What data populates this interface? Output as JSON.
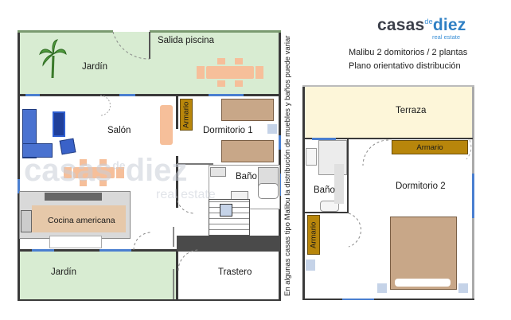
{
  "brand": {
    "casas": "casas",
    "de": "de",
    "diez": "diez",
    "subtitle": "real estate"
  },
  "info": {
    "line1": "Malibu 2 domitorios / 2 plantas",
    "line2": "Plano orientativo distribución"
  },
  "side_note": "En algunas casas tipo Malibu la distribución de muebles y baños puede variar",
  "watermark": {
    "casas": "casas",
    "de": "de",
    "diez": "diez",
    "subtitle": "real estate"
  },
  "ground_floor": {
    "salida_piscina": "Salida piscina",
    "jardin_top": "Jardín",
    "salon": "Salón",
    "armario": "Armario",
    "dormitorio1": "Dormitorio 1",
    "bano": "Baño",
    "cocina": "Cocina americana",
    "jardin_bottom": "Jardín",
    "trastero": "Trastero"
  },
  "upper_floor": {
    "terraza": "Terraza",
    "armario_top": "Armario",
    "bano": "Baño",
    "dormitorio2": "Dormitorio 2",
    "armario_side": "Armario"
  },
  "colors": {
    "garden": "#d8ecd2",
    "terrace": "#fdf6d9",
    "armario": "#b8860b",
    "wall": "#3a3a3a",
    "window": "#4a7fd0",
    "furniture_orange": "#f6bf9a"
  }
}
